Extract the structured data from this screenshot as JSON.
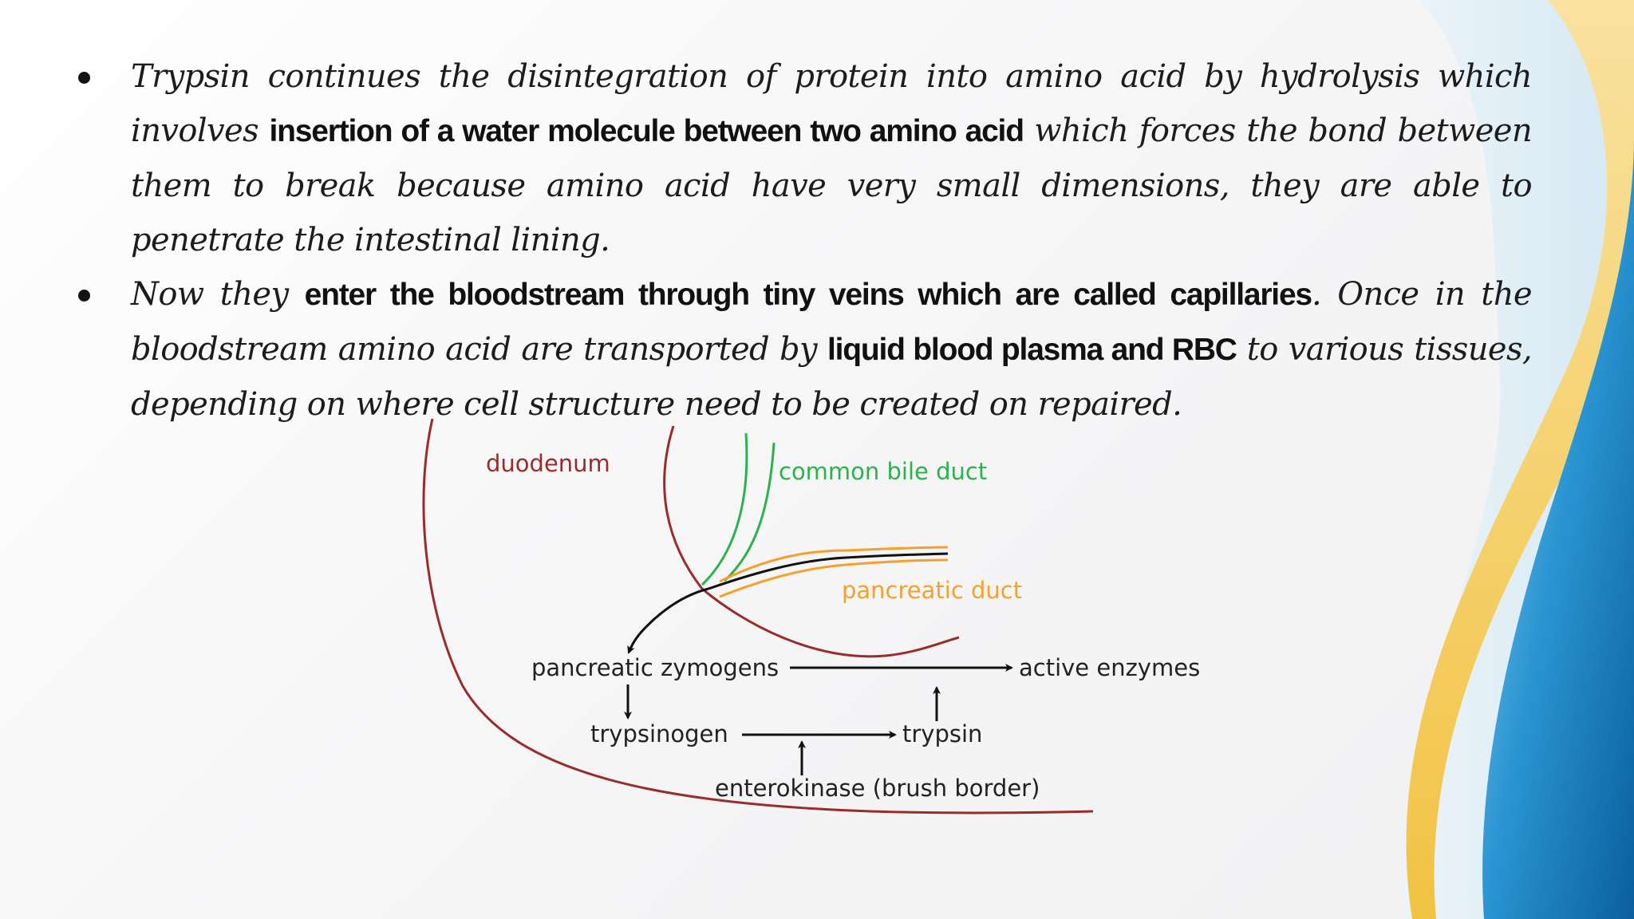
{
  "bullets": [
    {
      "seg1": "Trypsin continues the disintegration of protein into amino acid by hydrolysis which involves ",
      "bold1": "insertion of a water molecule between two amino acid",
      "seg2": " which forces the bond between them to break because amino acid have very small dimensions, they are able to penetrate the intestinal lining."
    },
    {
      "seg1": "Now they ",
      "bold1": "enter the bloodstream through tiny veins which are called capillaries",
      "seg2": ". Once in the bloodstream amino acid are transported by ",
      "bold2": "liquid blood plasma and RBC",
      "seg3": " to various tissues, depending on where cell structure need to be created on repaired."
    }
  ],
  "diagram": {
    "duodenum": "duodenum",
    "common_bile_duct": "common bile duct",
    "pancreatic_duct": "pancreatic duct",
    "pancreatic_zymogens": "pancreatic zymogens",
    "active_enzymes": "active enzymes",
    "trypsinogen": "trypsinogen",
    "trypsin": "trypsin",
    "enterokinase": "enterokinase (brush border)"
  },
  "colors": {
    "duodenum": "#9b2b2b",
    "bile_duct": "#2bb24c",
    "pancreatic_duct": "#f5a02a",
    "text": "#222222",
    "accent_blue": "#1e88c9",
    "accent_yellow": "#f3c64a"
  }
}
